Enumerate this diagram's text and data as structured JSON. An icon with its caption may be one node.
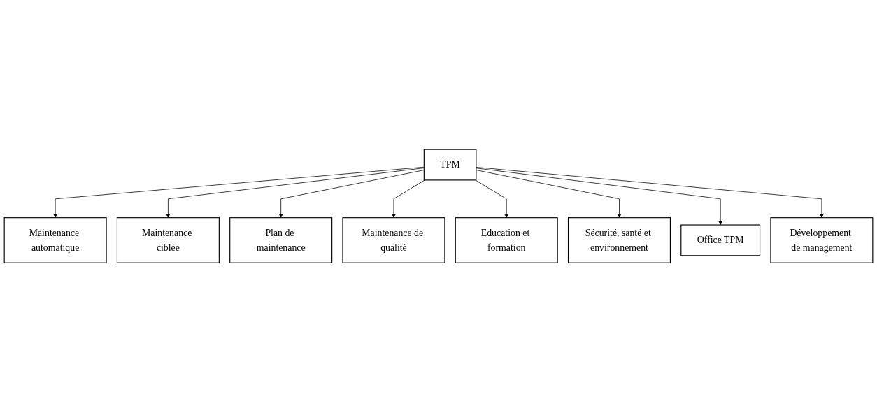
{
  "diagram": {
    "nodes": [
      {
        "text": [
          "TPM"
        ]
      },
      {
        "text": [
          "Maintenance automatique"
        ]
      },
      {
        "text": [
          "Maintenance ciblée"
        ]
      },
      {
        "text": [
          "Plan de maintenance"
        ]
      },
      {
        "text": [
          "Maintenance de qualité"
        ]
      },
      {
        "text": [
          "Education et formation"
        ]
      },
      {
        "text": [
          "Sécurité, santé et environnement"
        ]
      },
      {
        "text": [
          "Office TPM"
        ]
      },
      {
        "text": [
          "Développement de management"
        ]
      }
    ],
    "edges": [
      {
        "from": 0,
        "to": 1,
        "arrow": "to"
      },
      {
        "from": 0,
        "to": 2,
        "arrow": "to"
      },
      {
        "from": 0,
        "to": 3,
        "arrow": "to"
      },
      {
        "from": 0,
        "to": 4,
        "arrow": "to"
      },
      {
        "from": 0,
        "to": 5,
        "arrow": "to"
      },
      {
        "from": 0,
        "to": 6,
        "arrow": "to"
      },
      {
        "from": 0,
        "to": 7,
        "arrow": "to"
      },
      {
        "from": 0,
        "to": 8,
        "arrow": "to"
      }
    ]
  }
}
